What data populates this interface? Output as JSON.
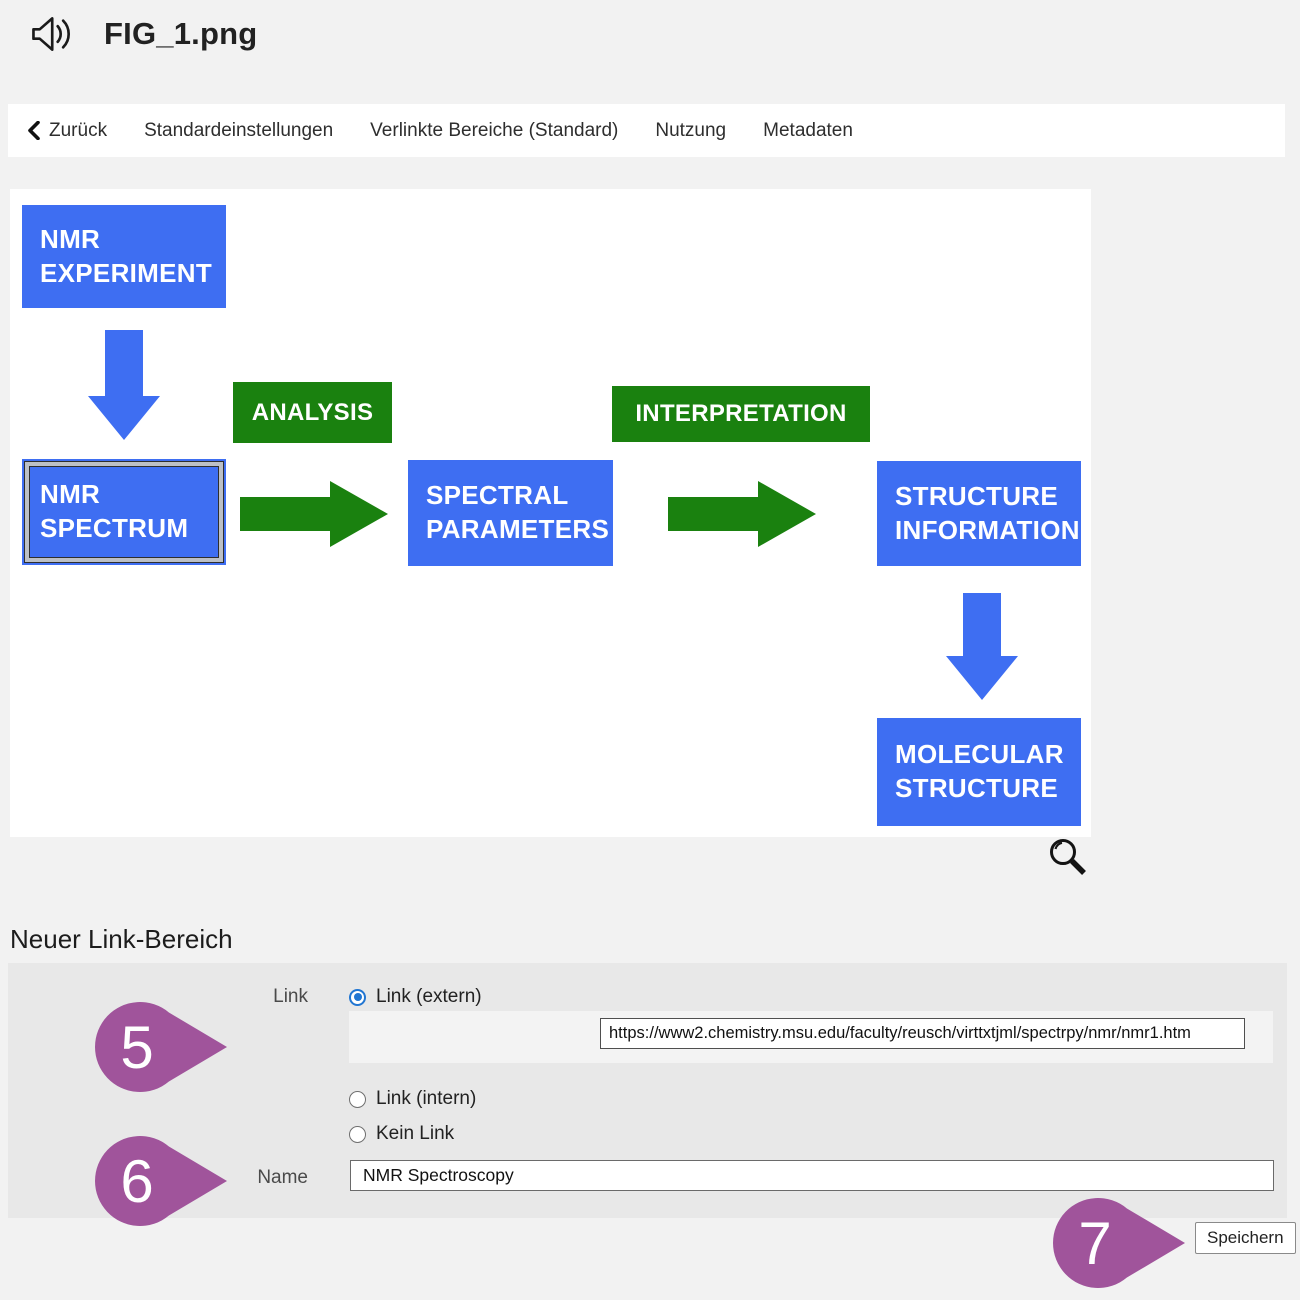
{
  "header": {
    "title": "FIG_1.png"
  },
  "nav": {
    "back": "Zurück",
    "items": [
      "Standardeinstellungen",
      "Verlinkte Bereiche (Standard)",
      "Nutzung",
      "Metadaten"
    ]
  },
  "figure": {
    "boxes": {
      "nmr_experiment": "NMR\nEXPERIMENT",
      "analysis": "ANALYSIS",
      "nmr_spectrum": "NMR\nSPECTRUM",
      "spectral_parameters": "SPECTRAL\nPARAMETERS",
      "interpretation": "INTERPRETATION",
      "structure_information": "STRUCTURE\nINFORMATION",
      "molecular_structure": "MOLECULAR\nSTRUCTURE"
    },
    "colors": {
      "process_box_blue": "#3e6ef2",
      "label_box_green": "#1a810f",
      "selection_frame": "#2e2e2e"
    },
    "selected_region": "nmr_spectrum"
  },
  "link_form": {
    "heading": "Neuer Link-Bereich",
    "link_label": "Link",
    "options": [
      {
        "label": "Link (extern)",
        "selected": true
      },
      {
        "label": "Link (intern)",
        "selected": false
      },
      {
        "label": "Kein Link",
        "selected": false
      }
    ],
    "url_value": "https://www2.chemistry.msu.edu/faculty/reusch/virttxtjml/spectrpy/nmr/nmr1.htm",
    "name_label": "Name",
    "name_value": "NMR Spectroscopy",
    "save_button": "Speichern"
  },
  "annotations": {
    "color": "#a0549b",
    "step5": "5",
    "step6": "6",
    "step7": "7"
  }
}
